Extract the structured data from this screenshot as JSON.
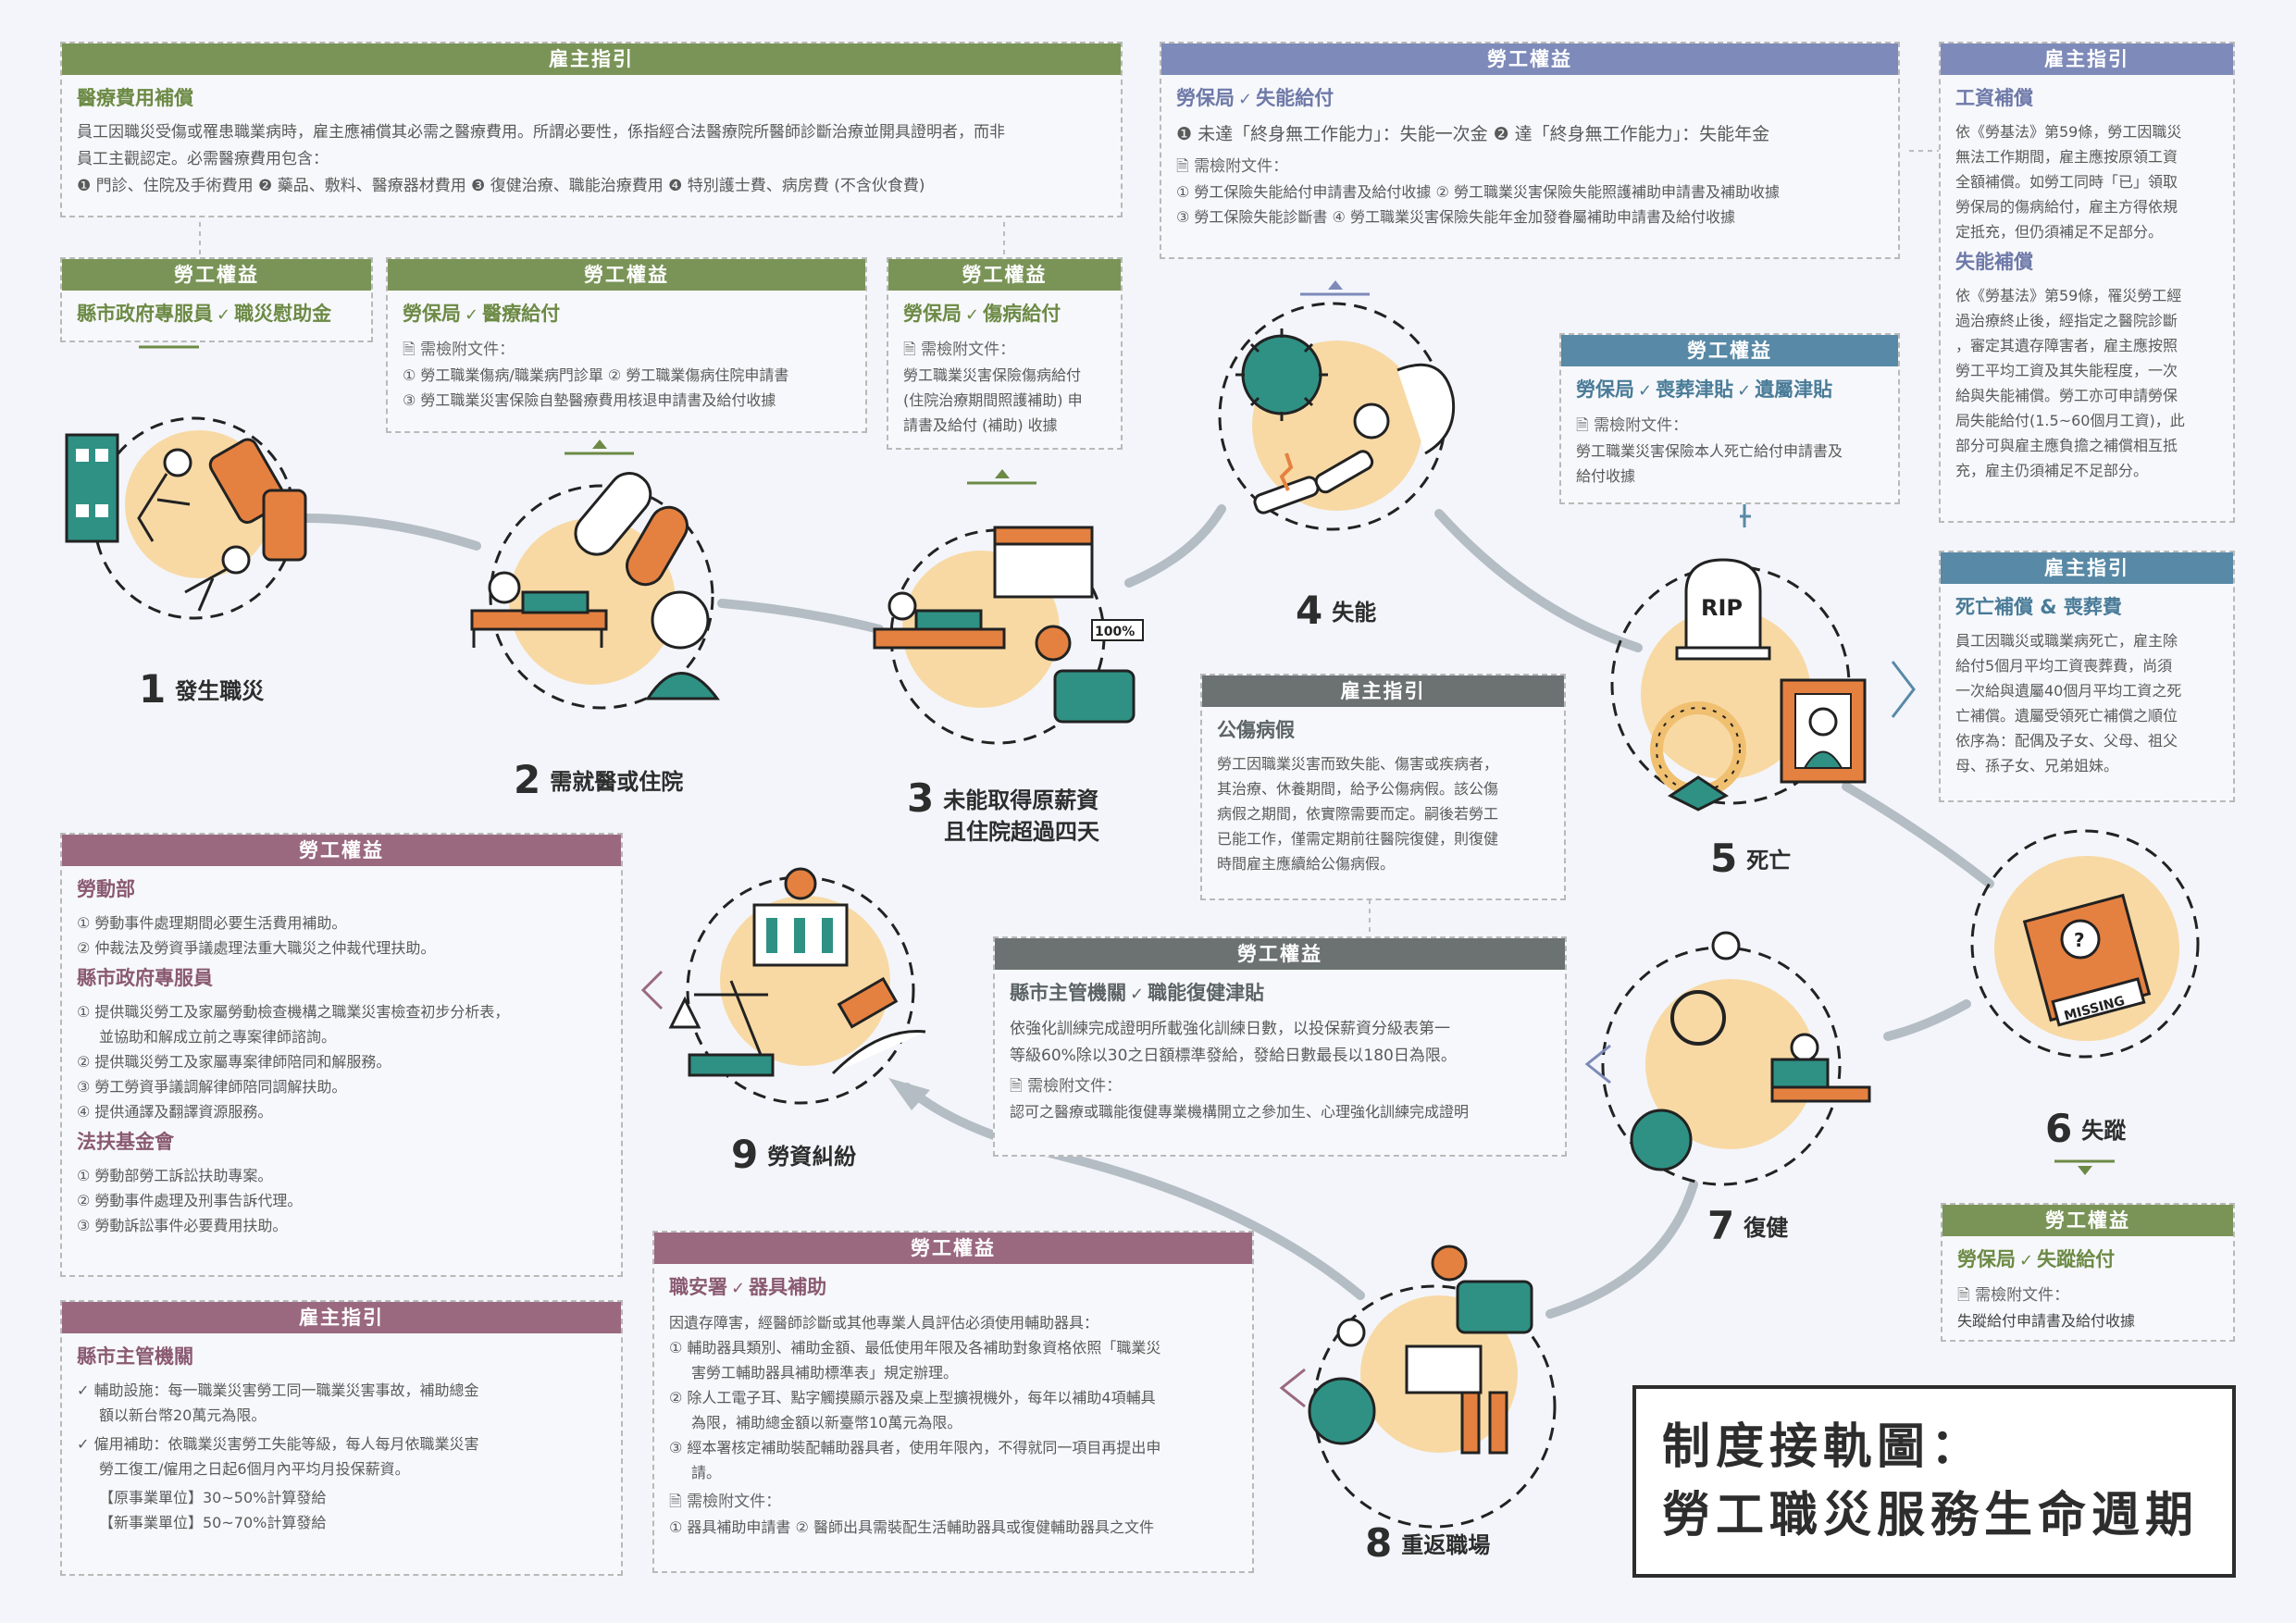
{
  "title": {
    "line1": "制度接軌圖：",
    "line2": "勞工職災服務生命週期"
  },
  "stages": [
    {
      "num": "1",
      "label": "發生職災"
    },
    {
      "num": "2",
      "label": "需就醫或住院"
    },
    {
      "num": "3",
      "label": "未能取得原薪資",
      "label2": "且住院超過四天"
    },
    {
      "num": "4",
      "label": "失能"
    },
    {
      "num": "5",
      "label": "死亡"
    },
    {
      "num": "6",
      "label": "失蹤"
    },
    {
      "num": "7",
      "label": "復健"
    },
    {
      "num": "8",
      "label": "重返職場"
    },
    {
      "num": "9",
      "label": "勞資糾紛"
    }
  ],
  "icon_text": {
    "rip": "RIP",
    "pct": "100%",
    "missing": "MISSING"
  },
  "boxes": {
    "medical": {
      "header": "雇主指引",
      "title": "醫療費用補償",
      "lines": [
        "員工因職災受傷或罹患職業病時，雇主應補償其必需之醫療費用。所謂必要性，係指經合法醫療院所醫師診斷治療並開具證明者，而非",
        "員工主觀認定。必需醫療費用包含：",
        "❶ 門診、住院及手術費用 ❷ 藥品、敷料、醫療器材費用 ❸ 復健治療、職能治療費用 ❹ 特別護士費、病房費 (不含伙食費)"
      ]
    },
    "county_comfort": {
      "header": "勞工權益",
      "org": "縣市政府專服員",
      "item": "職災慰助金"
    },
    "medical_benefit": {
      "header": "勞工權益",
      "org": "勞保局",
      "item": "醫療給付",
      "att_label": "需檢附文件：",
      "lines": [
        "① 勞工職業傷病/職業病門診單 ② 勞工職業傷病住院申請書",
        "③ 勞工職業災害保險自墊醫療費用核退申請書及給付收據"
      ]
    },
    "injury_benefit": {
      "header": "勞工權益",
      "org": "勞保局",
      "item": "傷病給付",
      "att_label": "需檢附文件：",
      "lines": [
        "勞工職業災害保險傷病給付",
        "(住院治療期間照護補助) 申",
        "請書及給付 (補助) 收據"
      ]
    },
    "disability_benefit": {
      "header": "勞工權益",
      "org": "勞保局",
      "item": "失能給付",
      "line1": "❶ 未達「終身無工作能力」：失能一次金 ❷ 達「終身無工作能力」：失能年金",
      "att_label": "需檢附文件：",
      "lines": [
        "① 勞工保險失能給付申請書及給付收據 ② 勞工職業災害保險失能照護補助申請書及補助收據",
        "③ 勞工保險失能診斷書 ④ 勞工職業災害保險失能年金加發眷屬補助申請書及給付收據"
      ]
    },
    "wage": {
      "header": "雇主指引",
      "t1": "工資補償",
      "p1": [
        "依《勞基法》第59條，勞工因職災",
        "無法工作期間，雇主應按原領工資",
        "全額補償。如勞工同時「已」領取",
        "勞保局的傷病給付，雇主方得依規",
        "定抵充，但仍須補足不足部分。"
      ],
      "t2": "失能補償",
      "p2": [
        "依《勞基法》第59條，罹災勞工經",
        "過治療終止後，經指定之醫院診斷",
        "，審定其遺存障害者，雇主應按照",
        "勞工平均工資及其失能程度，一次",
        "給與失能補償。勞工亦可申請勞保",
        "局失能給付(1.5~60個月工資)，此",
        "部分可與雇主應負擔之補償相互抵",
        "充，雇主仍須補足不足部分。"
      ]
    },
    "funeral_benefit": {
      "header": "勞工權益",
      "org": "勞保局",
      "item": "喪葬津貼",
      "item2": "遺屬津貼",
      "att_label": "需檢附文件：",
      "lines": [
        "勞工職業災害保險本人死亡給付申請書及",
        "給付收據"
      ]
    },
    "death_comp": {
      "header": "雇主指引",
      "title": "死亡補償 & 喪葬費",
      "lines": [
        "員工因職災或職業病死亡，雇主除",
        "給付5個月平均工資喪葬費，尚須",
        "一次給與遺屬40個月平均工資之死",
        "亡補償。遺屬受領死亡補償之順位",
        "依序為：配偶及子女、父母、祖父",
        "母、孫子女、兄弟姐妹。"
      ]
    },
    "sick_leave": {
      "header": "雇主指引",
      "title": "公傷病假",
      "lines": [
        "勞工因職業災害而致失能、傷害或疾病者，",
        "其治療、休養期間，給予公傷病假。該公傷",
        "病假之期間，依實際需要而定。嗣後若勞工",
        "已能工作，僅需定期前往醫院復健，則復健",
        "時間雇主應續給公傷病假。"
      ]
    },
    "rehab_allowance": {
      "header": "勞工權益",
      "org": "縣市主管機關",
      "item": "職能復健津貼",
      "lines": [
        "依強化訓練完成證明所載強化訓練日數，以投保薪資分級表第一",
        "等級60%除以30之日額標準發給，發給日數最長以180日為限。"
      ],
      "att_label": "需檢附文件：",
      "att": "認可之醫療或職能復健專業機構開立之參加生、心理強化訓練完成證明"
    },
    "missing_benefit": {
      "header": "勞工權益",
      "org": "勞保局",
      "item": "失蹤給付",
      "att_label": "需檢附文件：",
      "att": "失蹤給付申請書及給付收據"
    },
    "dispute": {
      "header": "勞工權益",
      "t1": "勞動部",
      "l1": [
        "① 勞動事件處理期間必要生活費用補助。",
        "② 仲裁法及勞資爭議處理法重大職災之仲裁代理扶助。"
      ],
      "t2": "縣市政府專服員",
      "l2": [
        "① 提供職災勞工及家屬勞動檢查機構之職業災害檢查初步分析表，",
        "並協助和解成立前之專案律師諮詢。",
        "② 提供職災勞工及家屬專案律師陪同和解服務。",
        "③ 勞工勞資爭議調解律師陪同調解扶助。",
        "④ 提供通譯及翻譯資源服務。"
      ],
      "t3": "法扶基金會",
      "l3": [
        "① 勞動部勞工訴訟扶助專案。",
        "② 勞動事件處理及刑事告訴代理。",
        "③ 勞動訴訟事件必要費用扶助。"
      ]
    },
    "employer_county": {
      "header": "雇主指引",
      "title": "縣市主管機關",
      "a": [
        "輔助設施：每一職業災害勞工同一職業災害事故，補助總金",
        "額以新台幣20萬元為限。"
      ],
      "b": [
        "僱用補助：依職業災害勞工失能等級，每人每月依職業災害",
        "勞工復工/僱用之日起6個月內平均月投保薪資。"
      ],
      "c1": "【原事業單位】30~50%計算發給",
      "c2": "【新事業單位】50~70%計算發給"
    },
    "devices": {
      "header": "勞工權益",
      "org": "職安署",
      "item": "器具補助",
      "lines": [
        "因遺存障害，經醫師診斷或其他專業人員評估必須使用輔助器具：",
        "① 輔助器具類別、補助金額、最低使用年限及各補助對象資格依照「職業災",
        "害勞工輔助器具補助標準表」規定辦理。",
        "② 除人工電子耳、點字觸摸顯示器及桌上型擴視機外，每年以補助4項輔具",
        "為限，補助總金額以新臺幣10萬元為限。",
        "③ 經本署核定補助裝配輔助器具者，使用年限內，不得就同一項目再提出申",
        "請。"
      ],
      "att_label": "需檢附文件：",
      "att": "① 器具補助申請書 ② 醫師出具需裝配生活輔助器具或復健輔助器具之文件"
    }
  }
}
